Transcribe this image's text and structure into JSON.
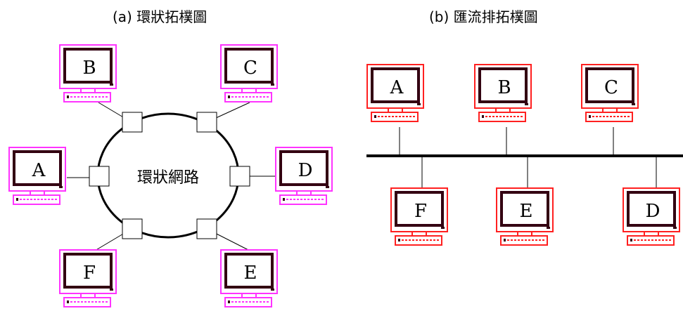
{
  "ring": {
    "title": "(a) 環狀拓樸圖",
    "center_label": "環狀網路",
    "color": "#ff33ff",
    "nodes": {
      "A": "A",
      "B": "B",
      "C": "C",
      "D": "D",
      "E": "E",
      "F": "F"
    }
  },
  "bus": {
    "title": "(b) 匯流排拓樸圖",
    "color": "#ff2020",
    "nodes": {
      "A": "A",
      "B": "B",
      "C": "C",
      "D": "D",
      "E": "E",
      "F": "F"
    }
  }
}
